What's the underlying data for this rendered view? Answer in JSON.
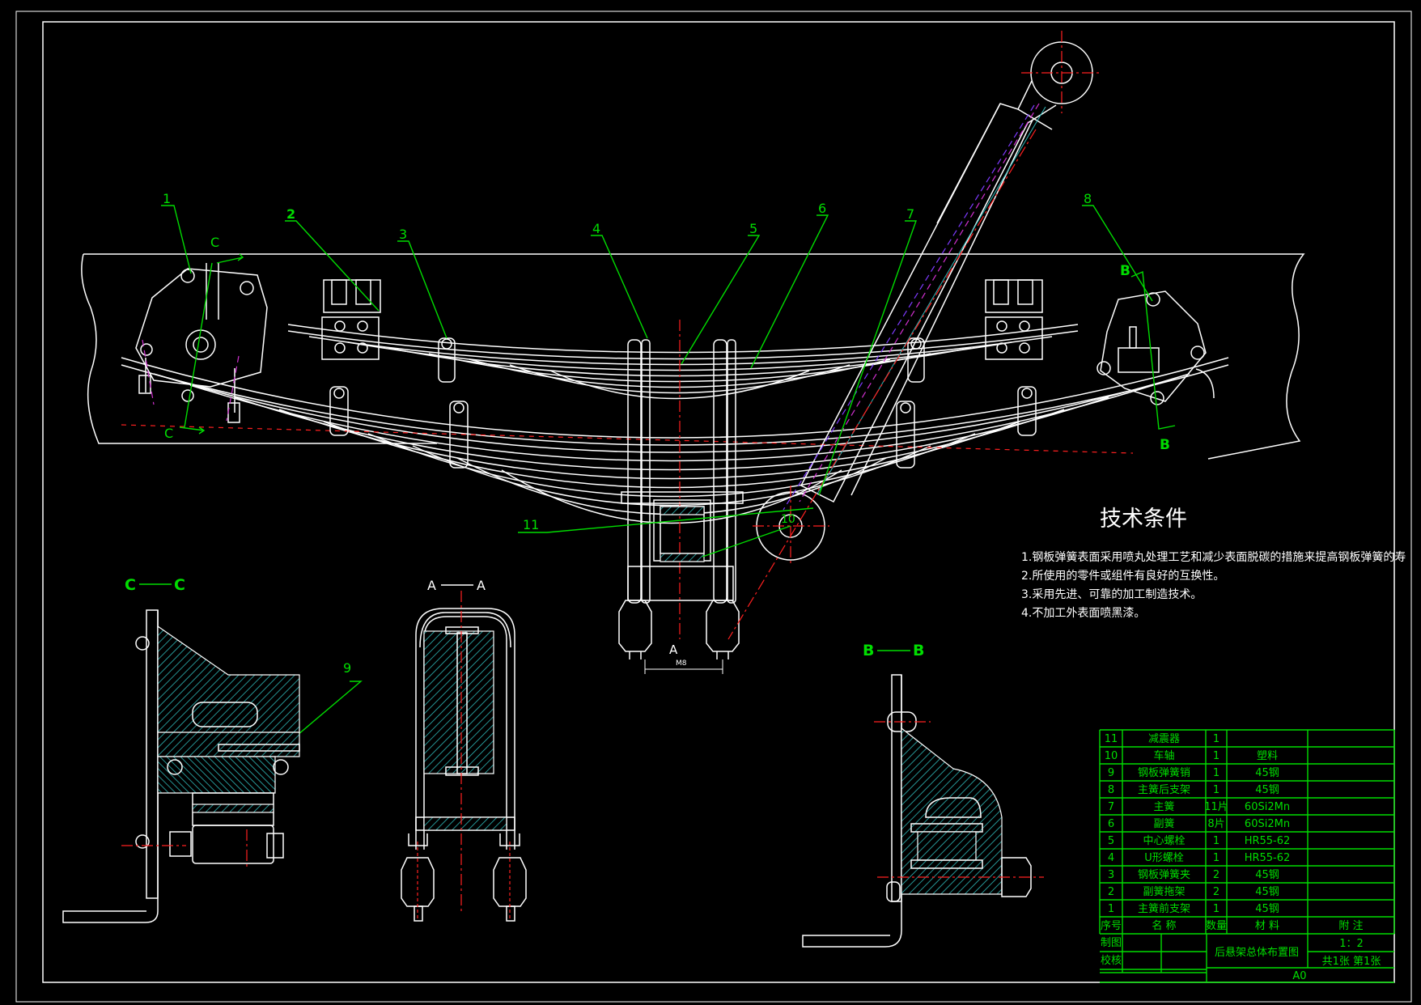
{
  "callouts": [
    "1",
    "2",
    "3",
    "4",
    "5",
    "6",
    "7",
    "8",
    "9",
    "10",
    "11"
  ],
  "section_marks": {
    "c_top": "C",
    "c_bottom": "C",
    "b_top": "B",
    "b_bottom": "B",
    "a_mark": "A"
  },
  "dimension_label": "M8",
  "views": {
    "cc": {
      "left": "C",
      "right": "C"
    },
    "aa": {
      "left": "A",
      "right": "A"
    },
    "bb": {
      "left": "B",
      "right": "B"
    }
  },
  "tech": {
    "title": "技术条件",
    "lines": [
      "1.钢板弹簧表面采用喷丸处理工艺和减少表面脱碳的措施来提高钢板弹簧的寿",
      "2.所使用的零件或组件有良好的互换性。",
      "3.采用先进、可靠的加工制造技术。",
      "4.不加工外表面喷黑漆。"
    ]
  },
  "bom": {
    "rows": [
      {
        "no": "11",
        "name": "减震器",
        "qty": "1",
        "material": "",
        "note": ""
      },
      {
        "no": "10",
        "name": "车轴",
        "qty": "1",
        "material": "塑料",
        "note": ""
      },
      {
        "no": "9",
        "name": "钢板弹簧销",
        "qty": "1",
        "material": "45钢",
        "note": ""
      },
      {
        "no": "8",
        "name": "主簧后支架",
        "qty": "1",
        "material": "45钢",
        "note": ""
      },
      {
        "no": "7",
        "name": "主簧",
        "qty": "11片",
        "material": "60Si2Mn",
        "note": ""
      },
      {
        "no": "6",
        "name": "副簧",
        "qty": "8片",
        "material": "60Si2Mn",
        "note": ""
      },
      {
        "no": "5",
        "name": "中心螺栓",
        "qty": "1",
        "material": "HR55-62",
        "note": ""
      },
      {
        "no": "4",
        "name": "U形螺栓",
        "qty": "1",
        "material": "HR55-62",
        "note": ""
      },
      {
        "no": "3",
        "name": "钢板弹簧夹",
        "qty": "2",
        "material": "45钢",
        "note": ""
      },
      {
        "no": "2",
        "name": "副簧拖架",
        "qty": "2",
        "material": "45钢",
        "note": ""
      },
      {
        "no": "1",
        "name": "主簧前支架",
        "qty": "1",
        "material": "45钢",
        "note": ""
      }
    ],
    "header": {
      "no": "序号",
      "name": "名  称",
      "qty": "数量",
      "material": "材  料",
      "note": "附  注"
    },
    "designer": "制图",
    "checker": "校核",
    "title": "后悬架总体布置图",
    "scale": "1：2",
    "sheets": "共1张  第1张",
    "size": "A0"
  }
}
